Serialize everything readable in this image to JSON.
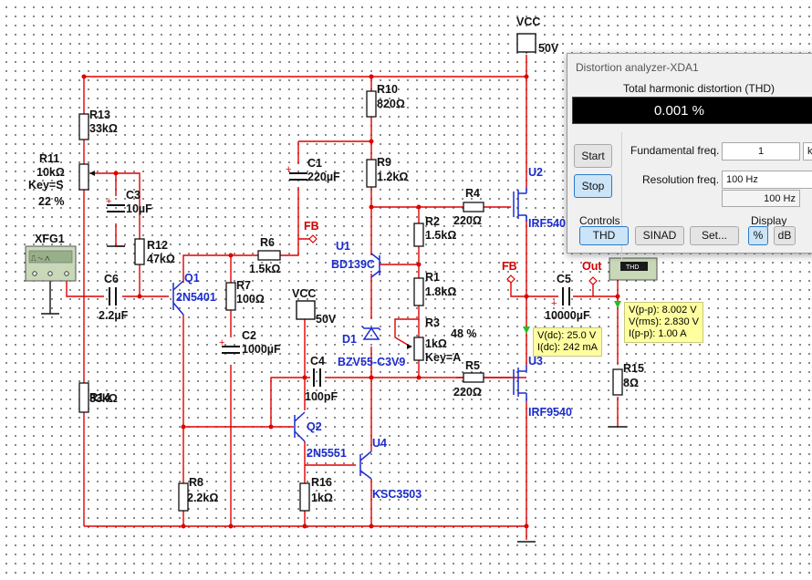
{
  "schematic": {
    "vcc_top": {
      "label": "VCC",
      "value": "50V"
    },
    "vcc_mid": {
      "label": "VCC",
      "value": "50V"
    },
    "xfg": {
      "label": "XFG1"
    },
    "r13": {
      "ref": "R13",
      "value": "33kΩ"
    },
    "r11": {
      "ref": "R11",
      "value": "10kΩ",
      "key": "Key=S",
      "pct": "22 %"
    },
    "r14": {
      "ref": "R14",
      "value": "33kΩ"
    },
    "c3": {
      "ref": "C3",
      "value": "10µF"
    },
    "r12": {
      "ref": "R12",
      "value": "47kΩ"
    },
    "c6": {
      "ref": "C6",
      "value": "2.2µF"
    },
    "q1": {
      "ref": "Q1",
      "part": "2N5401"
    },
    "r6": {
      "ref": "R6",
      "value": "1.5kΩ"
    },
    "r7": {
      "ref": "R7",
      "value": "100Ω"
    },
    "c2": {
      "ref": "C2",
      "value": "1000µF"
    },
    "c1": {
      "ref": "C1",
      "value": "220µF"
    },
    "fb_left": "FB",
    "r10": {
      "ref": "R10",
      "value": "820Ω"
    },
    "r9": {
      "ref": "R9",
      "value": "1.2kΩ"
    },
    "u1": {
      "ref": "U1",
      "part": "BD139C"
    },
    "r2": {
      "ref": "R2",
      "value": "1.5kΩ"
    },
    "r4": {
      "ref": "R4",
      "value": "220Ω"
    },
    "u2": {
      "ref": "U2",
      "part": "IRF540"
    },
    "r1": {
      "ref": "R1",
      "value": "1.8kΩ"
    },
    "r3": {
      "ref": "R3",
      "value": "1kΩ",
      "key": "Key=A",
      "pct": "48 %"
    },
    "d1": {
      "ref": "D1",
      "part": "BZV55-C3V9"
    },
    "c4": {
      "ref": "C4",
      "value": "100pF"
    },
    "r5": {
      "ref": "R5",
      "value": "220Ω"
    },
    "u3": {
      "ref": "U3",
      "part": "IRF9540"
    },
    "q2": {
      "ref": "Q2",
      "part": "2N5551"
    },
    "u4": {
      "ref": "U4",
      "part": "KSC3503"
    },
    "r8": {
      "ref": "R8",
      "value": "2.2kΩ"
    },
    "r16": {
      "ref": "R16",
      "value": "1kΩ"
    },
    "fb_right": "FB",
    "out": "Out",
    "c5": {
      "ref": "C5",
      "value": "10000µF"
    },
    "thd_block": "THD",
    "r15": {
      "ref": "R15",
      "value": "8Ω"
    },
    "probe_dc": {
      "line1": "V(dc): 25.0 V",
      "line2": "I(dc): 242 mA"
    },
    "probe_ac": {
      "line1": "V(p-p): 8.002 V",
      "line2": "V(rms): 2.830 V",
      "line3": "I(p-p): 1.00 A"
    }
  },
  "analyzer": {
    "title": "Distortion analyzer-XDA1",
    "thd_heading": "Total harmonic distortion (THD)",
    "reading": "0.001 %",
    "start_label": "Start",
    "stop_label": "Stop",
    "fundamental_label": "Fundamental freq.",
    "fundamental_value": "1",
    "fundamental_unit": "k",
    "resolution_label": "Resolution freq.",
    "resolution_value": "100 Hz",
    "resolution_display": "100 Hz",
    "controls_label": "Controls",
    "thd_btn": "THD",
    "sinad_btn": "SINAD",
    "set_btn": "Set...",
    "display_label": "Display",
    "pct_btn": "%",
    "db_btn": "dB"
  }
}
